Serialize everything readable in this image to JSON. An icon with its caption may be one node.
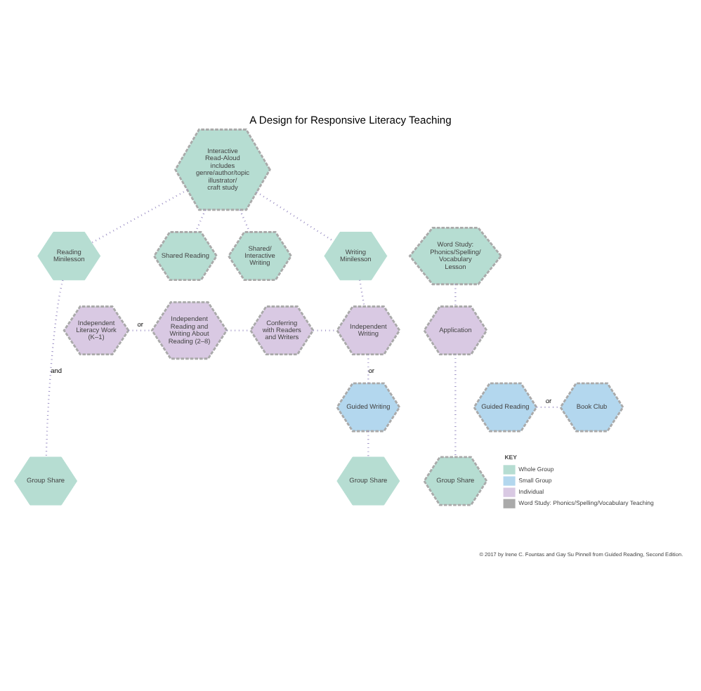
{
  "diagram": {
    "title": "A Design for Responsive Literacy Teaching",
    "caption": "© 2017 by Irene C. Fountas and Gay Su Pinnell from Guided Reading, Second Edition.",
    "nodes": [
      {
        "text": [
          "Interactive Read-Aloud",
          "includes genre/author/topic illustrator/ craft study"
        ]
      },
      {
        "text": [
          "Reading Minilesson"
        ]
      },
      {
        "text": [
          "Shared Reading"
        ]
      },
      {
        "text": [
          "Shared/ Interactive Writing"
        ]
      },
      {
        "text": [
          "Writing Minilesson"
        ]
      },
      {
        "text": [
          "Word Study: Phonics/Spelling/ Vocabulary Lesson"
        ]
      },
      {
        "text": [
          "Independent Literacy Work (K–1)"
        ]
      },
      {
        "text": [
          "Independent Reading and Writing About Reading (2–8)"
        ]
      },
      {
        "text": [
          "Conferring with Readers and Writers"
        ]
      },
      {
        "text": [
          "Independent Writing"
        ]
      },
      {
        "text": [
          "Application"
        ]
      },
      {
        "text": [
          "Guided Reading"
        ]
      },
      {
        "text": [
          "Book Club"
        ]
      },
      {
        "text": [
          "Guided Writing"
        ]
      },
      {
        "text": [
          "Group Share"
        ]
      },
      {
        "text": [
          "Group Share"
        ]
      },
      {
        "text": [
          "Group Share"
        ]
      }
    ],
    "edges": [
      {
        "from": 0,
        "to": 1,
        "arrow": "none"
      },
      {
        "from": 0,
        "to": 2,
        "arrow": "none"
      },
      {
        "from": 0,
        "to": 3,
        "arrow": "none"
      },
      {
        "from": 0,
        "to": 4,
        "arrow": "none"
      },
      {
        "from": 1,
        "to": 14,
        "arrow": "none",
        "label": "and"
      },
      {
        "from": 6,
        "to": 7,
        "arrow": "none",
        "label": "or"
      },
      {
        "from": 7,
        "to": 8,
        "arrow": "none"
      },
      {
        "from": 8,
        "to": 9,
        "arrow": "none"
      },
      {
        "from": 4,
        "to": 9,
        "arrow": "none"
      },
      {
        "from": 5,
        "to": 10,
        "arrow": "none"
      },
      {
        "from": 11,
        "to": 12,
        "arrow": "none",
        "label": "or"
      },
      {
        "from": 9,
        "to": 13,
        "arrow": "none",
        "label": "or"
      },
      {
        "from": 13,
        "to": 15,
        "arrow": "none"
      },
      {
        "from": 10,
        "to": 16,
        "arrow": "none"
      }
    ],
    "labels": [
      "KEY"
    ],
    "legend": [
      {
        "text": "Whole Group",
        "color": "#b6ddd2"
      },
      {
        "text": "Small Group",
        "color": "#b3d7ee"
      },
      {
        "text": "Individual",
        "color": "#d9c9e3"
      },
      {
        "text": "Word Study: Phonics/Spelling/Vocabulary Teaching"
      }
    ]
  }
}
